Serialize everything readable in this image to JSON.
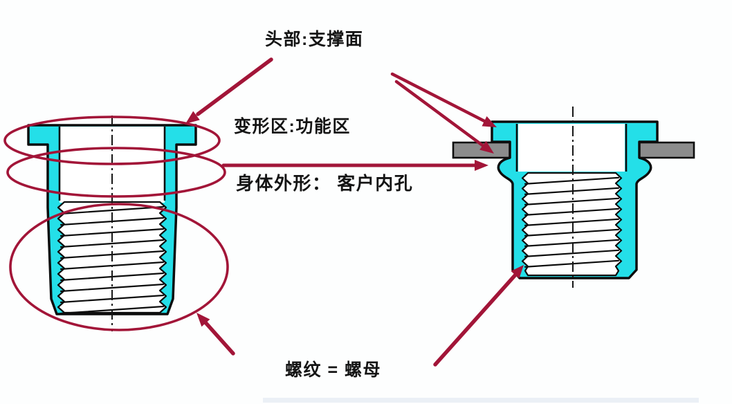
{
  "diagram": {
    "labels": {
      "head": "头部:支撑面",
      "deformation_zone": "变形区:功能区",
      "body_shape": "身体外形： 客户内孔",
      "thread": "螺纹 = 螺母"
    },
    "colors": {
      "part_fill": "#24DFE8",
      "annotation_red": "#A21538",
      "plate_gray": "#8C8C8C",
      "outline": "#0D0D0D",
      "background": "#FDFEFE"
    }
  }
}
